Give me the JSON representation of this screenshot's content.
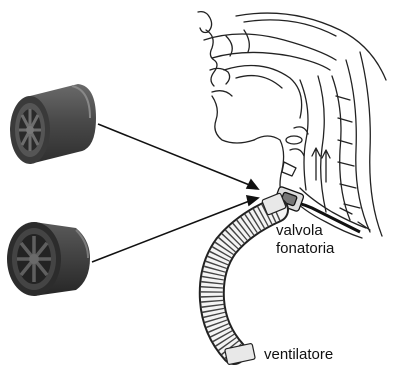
{
  "labels": {
    "valve_line1": "valvola",
    "valve_line2": "fonatoria",
    "ventilator": "ventilatore"
  },
  "colors": {
    "ink": "#111111",
    "valve_body": "#4a4a4a",
    "valve_dark": "#2a2a2a",
    "tube": "#f2f2f2"
  },
  "icons": {
    "top_valve": "speaking-valve-cylinder-icon",
    "bottom_valve": "speaking-valve-cap-icon"
  }
}
